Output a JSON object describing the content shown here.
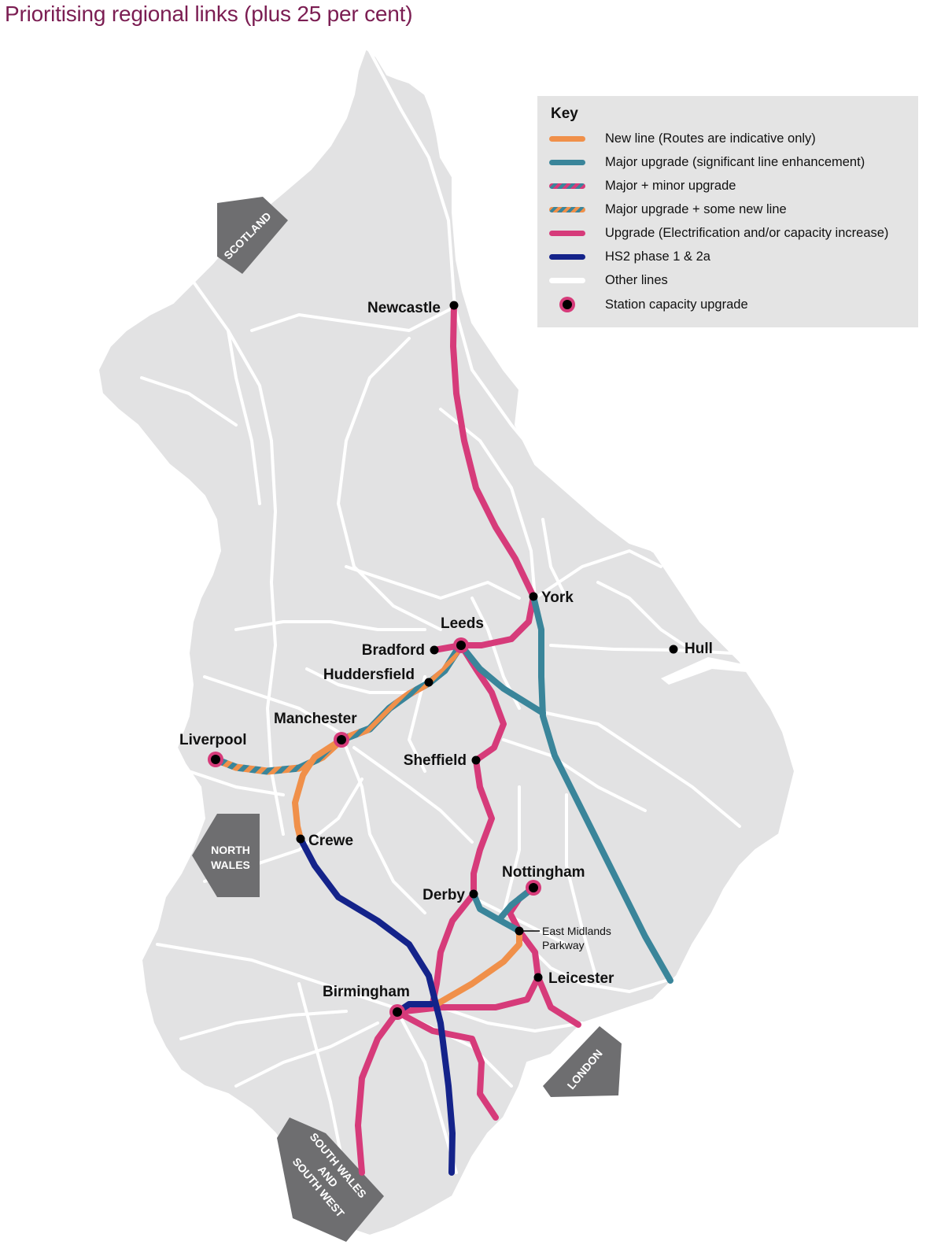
{
  "title": "Prioritising regional links (plus 25 per cent)",
  "colors": {
    "title": "#7b1d52",
    "land": "#e2e2e3",
    "new_line": "#f0904a",
    "major_upgrade": "#3a859a",
    "upgrade": "#d63b7a",
    "hs2": "#14238a",
    "other_lines": "#ffffff",
    "region_box": "#6e6e70"
  },
  "key": {
    "heading": "Key",
    "items": [
      {
        "label": "New line (Routes are indicative only)",
        "style": "new_line"
      },
      {
        "label": "Major upgrade (significant line enhancement)",
        "style": "major_upgrade"
      },
      {
        "label": "Major + minor upgrade",
        "style": "major_minor"
      },
      {
        "label": "Major upgrade + some new line",
        "style": "major_new"
      },
      {
        "label": "Upgrade (Electrification and/or capacity increase)",
        "style": "upgrade"
      },
      {
        "label": "HS2 phase 1 & 2a",
        "style": "hs2"
      },
      {
        "label": "Other lines",
        "style": "other"
      },
      {
        "label": "Station capacity upgrade",
        "style": "station"
      }
    ]
  },
  "stations": {
    "newcastle": "Newcastle",
    "york": "York",
    "leeds": "Leeds",
    "bradford": "Bradford",
    "huddersfield": "Huddersfield",
    "hull": "Hull",
    "manchester": "Manchester",
    "liverpool": "Liverpool",
    "sheffield": "Sheffield",
    "crewe": "Crewe",
    "derby": "Derby",
    "nottingham": "Nottingham",
    "east_midlands_1": "East Midlands",
    "east_midlands_2": "Parkway",
    "leicester": "Leicester",
    "birmingham": "Birmingham"
  },
  "regions": {
    "scotland": "SCOTLAND",
    "north_wales_1": "NORTH",
    "north_wales_2": "WALES",
    "london": "LONDON",
    "south_wales_1": "SOUTH WALES",
    "south_wales_2": "AND",
    "south_wales_3": "SOUTH WEST"
  }
}
